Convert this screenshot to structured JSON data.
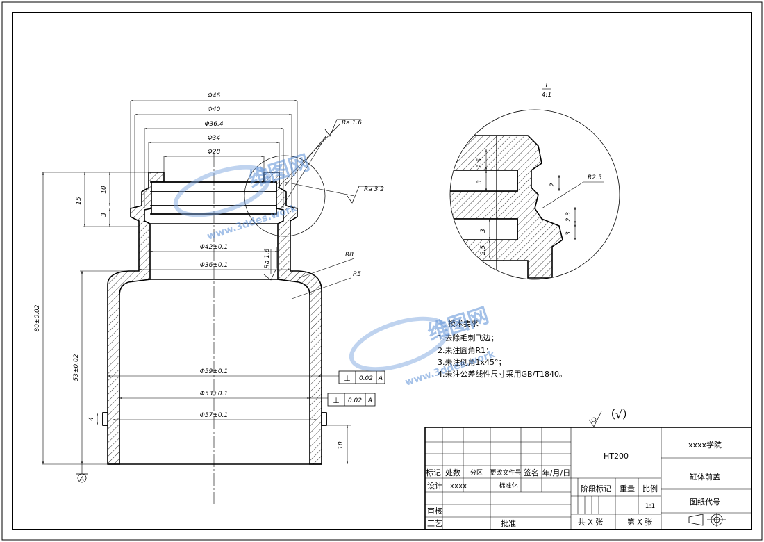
{
  "dimensions": {
    "d46": "Φ46",
    "d40": "Φ40",
    "d36_4": "Φ36.4",
    "d34": "Φ34",
    "d28": "Φ28",
    "d42": "Φ42±0.1",
    "d36": "Φ36±0.1",
    "d59": "Φ59±0.1",
    "d53": "Φ53±0.1",
    "d57": "Φ57±0.1",
    "h80": "80±0.02",
    "h53": "53±0.02",
    "h15": "15",
    "h10": "10",
    "h3": "3",
    "h4": "4",
    "h10b": "10",
    "r8": "R8",
    "r5": "R5",
    "ra16a": "Ra 1.6",
    "ra32": "Ra 3.2",
    "ra16b": "Ra 1.6"
  },
  "tolerance": {
    "symbol": "⊥",
    "value": "0.02",
    "datum": "A",
    "datum_marker": "A"
  },
  "detail": {
    "label": "I",
    "scale": "4:1",
    "d25a": "2.5",
    "d3a": "3",
    "d2": "2",
    "r25": "R2.5",
    "d23": "2.3",
    "d3b": "3",
    "d3c": "3",
    "d25b": "2.5"
  },
  "tech_requirements": {
    "title": "技术要求",
    "items": [
      "1.去除毛刺飞边；",
      "2.未注圆角R1；",
      "3.未注倒角1x45°；",
      "4.未注公差线性尺寸采用GB/T1840。"
    ]
  },
  "roughness_note": "（√）",
  "watermark": {
    "cn": "维图网",
    "url": "www.3ddes.work"
  },
  "title_block": {
    "material": "HT200",
    "school": "xxxx学院",
    "part_name": "缸体前盖",
    "drawing_code": "图纸代号",
    "h_mark": "标记",
    "h_count": "处数",
    "h_zone": "分区",
    "h_change": "更改文件号",
    "h_sign": "签名",
    "h_date": "年/月/日",
    "design": "设计",
    "design_val": "XXXX",
    "standard": "标准化",
    "stage": "阶段标记",
    "weight": "重量",
    "scale": "比例",
    "scale_val": "1:1",
    "review": "审核",
    "process": "工艺",
    "approve": "批准",
    "sheets_total": "共  X  张",
    "sheet_no": "第  X  张"
  }
}
